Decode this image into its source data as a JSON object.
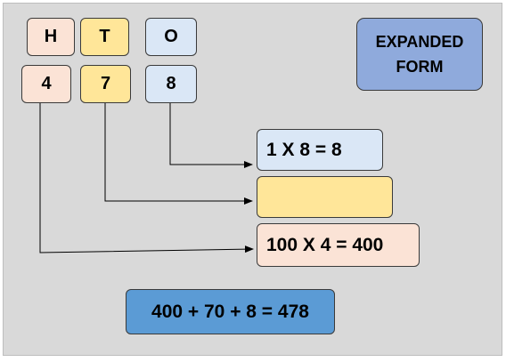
{
  "headers": [
    "H",
    "T",
    "O"
  ],
  "digits": [
    "4",
    "7",
    "8"
  ],
  "title_lines": [
    "EXPANDED",
    "FORM"
  ],
  "expansions": {
    "ones": "1 X 8 = 8",
    "tens": "",
    "hundreds": "100 X 4 = 400"
  },
  "sum": "400 + 70 + 8 = 478",
  "colors": {
    "hundreds": "#fbe3d6",
    "tens": "#ffe699",
    "ones": "#dae7f6",
    "title": "#8faadc",
    "sum": "#5b9bd5",
    "background": "#d9d9d9"
  }
}
